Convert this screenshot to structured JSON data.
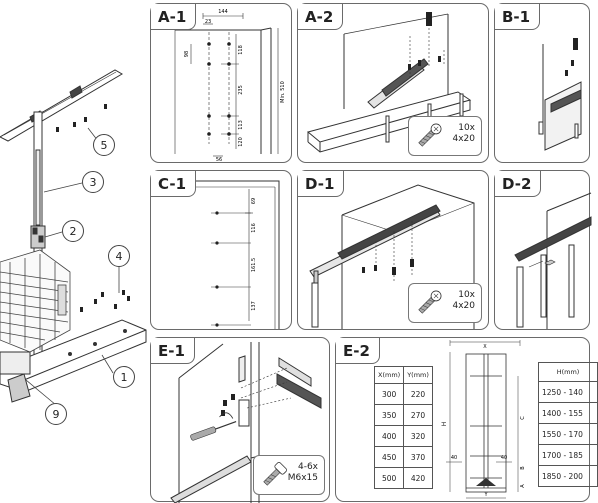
{
  "callouts": [
    "5",
    "3",
    "2",
    "4",
    "1",
    "9"
  ],
  "panels": {
    "a1": {
      "label": "A-1",
      "dims": {
        "top": "144",
        "inner": "23",
        "left": "98",
        "d1": "118",
        "d2": "235",
        "d3": "113",
        "d4": "120",
        "bottom": "56",
        "right": "Min. 510"
      }
    },
    "a2": {
      "label": "A-2",
      "screw_qty": "10x",
      "screw_size": "4x20"
    },
    "b1": {
      "label": "B-1"
    },
    "c1": {
      "label": "C-1",
      "dims": {
        "d1": "69",
        "d2": "116",
        "d3": "161.5",
        "d4": "137"
      }
    },
    "d1": {
      "label": "D-1",
      "screw_qty": "10x",
      "screw_size": "4x20"
    },
    "d2": {
      "label": "D-2"
    },
    "e1": {
      "label": "E-1",
      "screw_qty": "4-6x",
      "screw_size": "M6x15"
    },
    "e2": {
      "label": "E-2",
      "table_xy": {
        "headers": [
          "X(mm)",
          "Y(mm)"
        ],
        "rows": [
          [
            "300",
            "220"
          ],
          [
            "350",
            "270"
          ],
          [
            "400",
            "320"
          ],
          [
            "450",
            "370"
          ],
          [
            "500",
            "420"
          ]
        ]
      },
      "drawing_labels": {
        "x": "X",
        "h": "H",
        "c": "C",
        "b": "B",
        "a": "A",
        "y": "Y",
        "w1": "40",
        "w2": "40"
      },
      "table_h": {
        "header": "H(mm)",
        "rows": [
          "1250 - 140",
          "1400 - 155",
          "1550 - 170",
          "1700 - 185",
          "1850 - 200"
        ]
      }
    }
  }
}
